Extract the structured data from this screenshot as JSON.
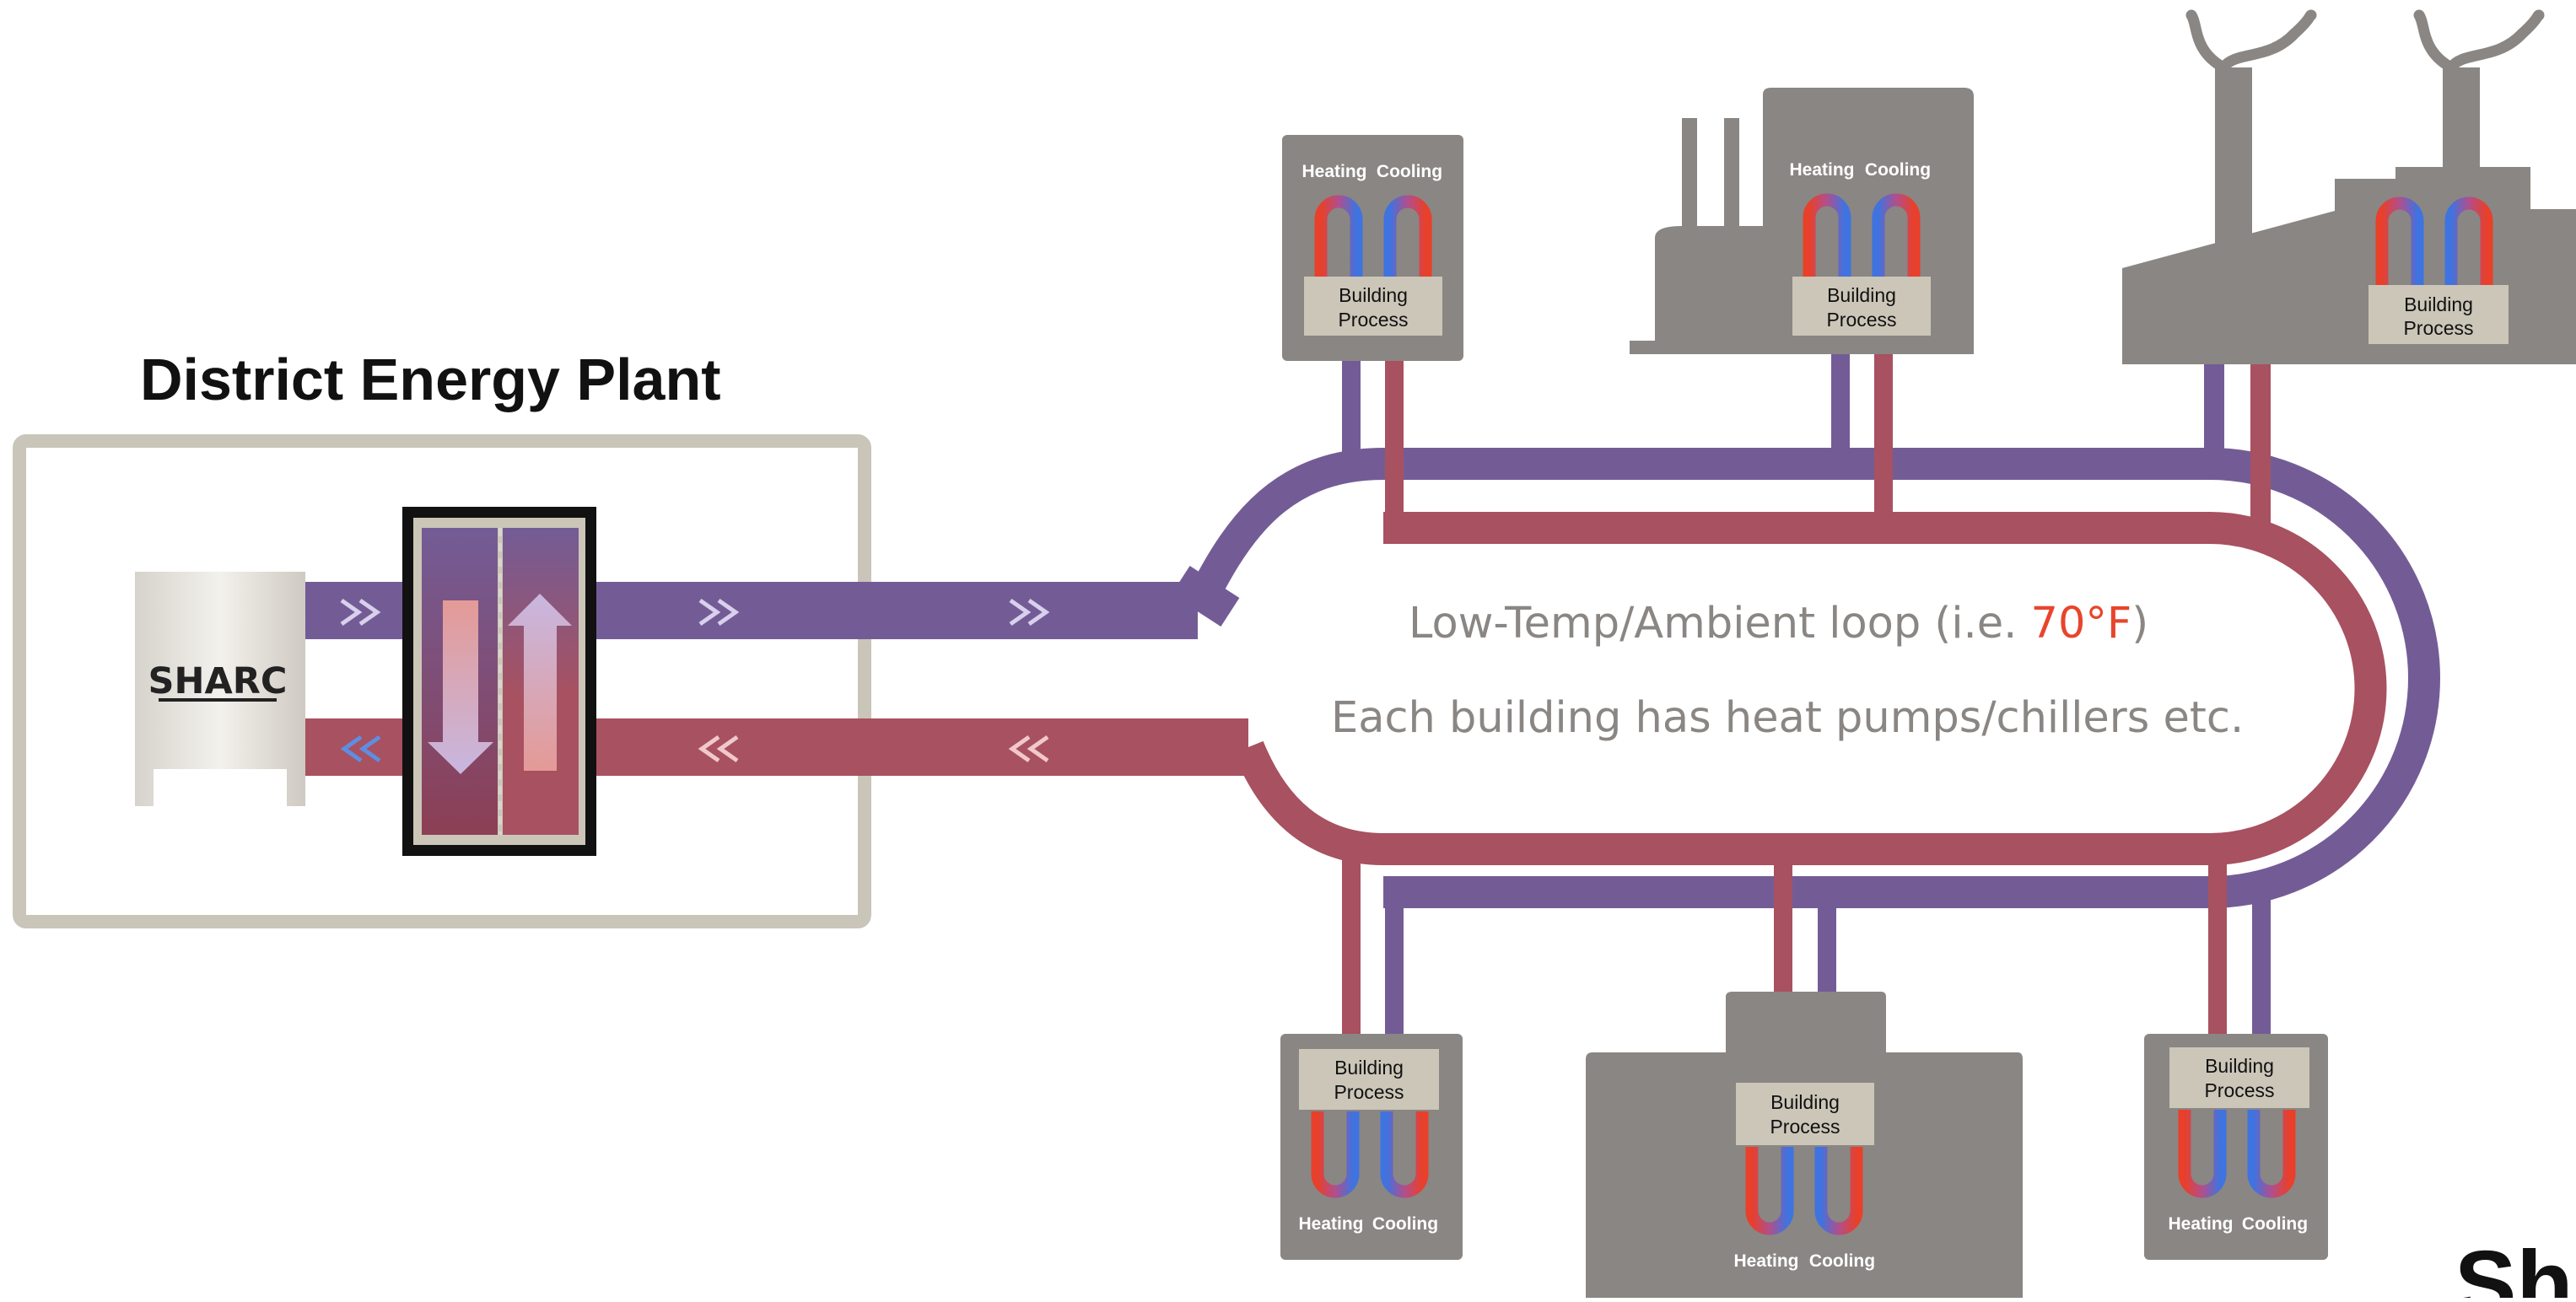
{
  "diagram": {
    "plant_title": "District Energy Plant",
    "sharc_logo": "SHARC",
    "loop": {
      "line1_prefix": "Low-Temp/Ambient loop (i.e. ",
      "line1_temp": "70°F",
      "line1_suffix": ")",
      "line2": "Each building has heat pumps/chillers etc."
    },
    "building": {
      "heating": "Heating",
      "cooling": "Cooling",
      "process_line1": "Building",
      "process_line2": "Process"
    },
    "edge_fragment": "Sh",
    "colors": {
      "supply_pipe": "#735c96",
      "return_pipe": "#a85160",
      "building": "#8a8683",
      "process_box": "#cbc6b8",
      "plant_border": "#c9c5b9",
      "temp_highlight": "#e8452c"
    }
  }
}
